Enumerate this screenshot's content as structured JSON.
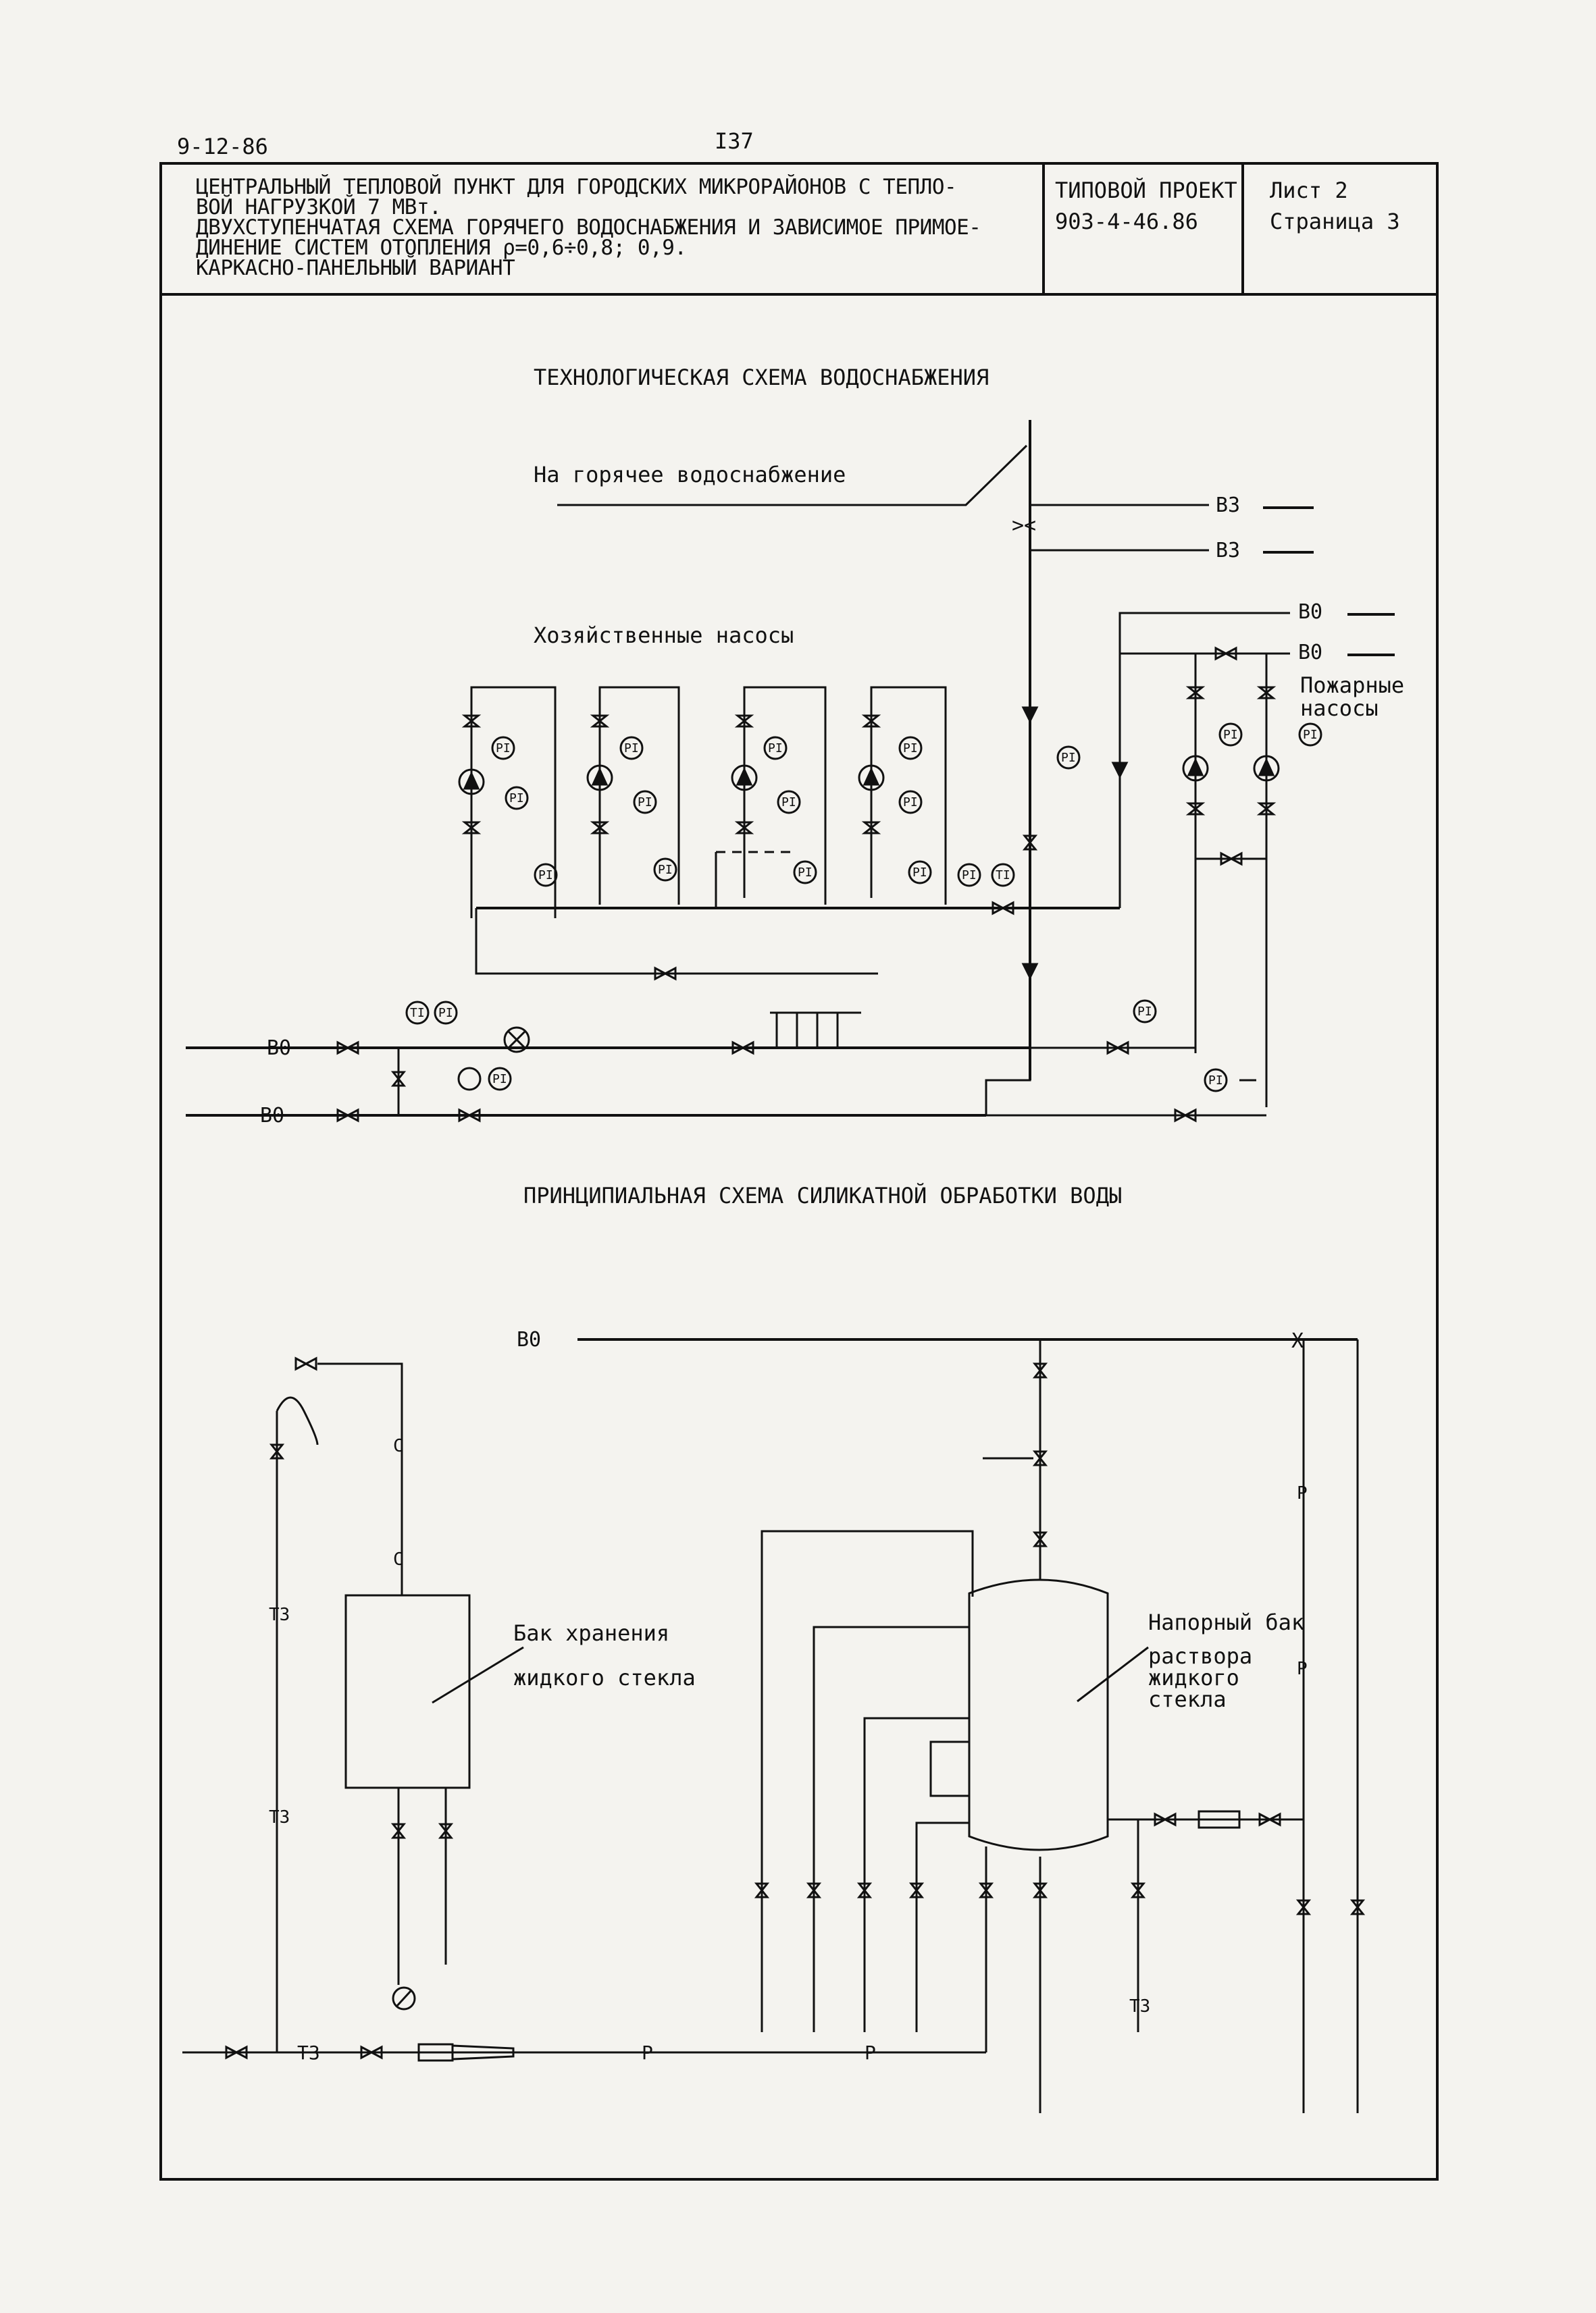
{
  "page": {
    "date": "9-12-86",
    "number": "I37"
  },
  "header": {
    "description_lines": [
      "ЦЕНТРАЛЬНЫЙ ТЕПЛОВОЙ ПУНКТ ДЛЯ ГОРОДСКИХ МИКРОРАЙОНОВ С ТЕПЛО-",
      "ВОЙ  НАГРУЗКОЙ 7 МВт.",
      "ДВУХСТУПЕНЧАТАЯ СХЕМА ГОРЯЧЕГО ВОДОСНАБЖЕНИЯ И ЗАВИСИМОЕ ПРИМОЕ-",
      "ДИНЕНИЕ СИСТЕМ ОТОПЛЕНИЯ  ρ=0,6÷0,8; 0,9.",
      "КАРКАСНО-ПАНЕЛЬНЫЙ ВАРИАНТ"
    ],
    "project_label": "ТИПОВОЙ ПРОЕКТ",
    "project_number": "903-4-46.86",
    "sheet": "Лист 2",
    "page_label": "Страница 3"
  },
  "scheme1": {
    "title": "ТЕХНОЛОГИЧЕСКАЯ СХЕМА ВОДОСНАБЖЕНИЯ",
    "hot_water_label": "На горячее водоснабжение",
    "household_pumps_label": "Хозяйственные насосы",
    "fire_pumps_label_1": "Пожарные",
    "fire_pumps_label_2": "насосы",
    "line_b3": "В3",
    "line_b0": "В0",
    "gauge_pi": "PI",
    "gauge_ti": "TI"
  },
  "scheme2": {
    "title": "ПРИНЦИПИАЛЬНАЯ СХЕМА СИЛИКАТНОЙ ОБРАБОТКИ ВОДЫ",
    "line_b0": "В0",
    "storage_tank_1": "Бак хранения",
    "storage_tank_2": "жидкого стекла",
    "pressure_tank_1": "Напорный бак",
    "pressure_tank_2": "раствора",
    "pressure_tank_3": "жидкого",
    "pressure_tank_4": "стекла",
    "line_t3": "Т3",
    "line_c": "С",
    "line_p": "Р"
  }
}
